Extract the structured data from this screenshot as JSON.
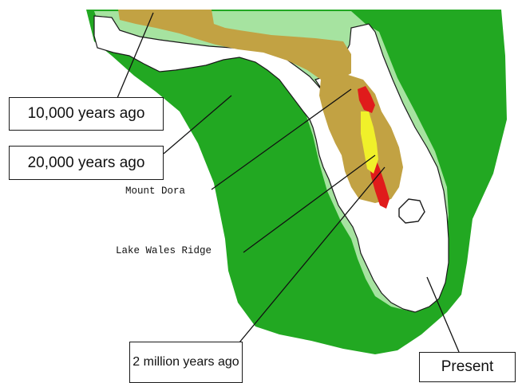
{
  "title": "",
  "colors": {
    "ocean_now_shelf": "#22a822",
    "ancient_land_20k": "#22a822",
    "land_10k": "#a6e3a0",
    "two_million": "#c2a243",
    "older_ridge": "#e01b1b",
    "yellow_ridge": "#f0f02a",
    "present_land": "#ffffff",
    "outline": "#1a1a1a"
  },
  "labels": {
    "ten_thousand": "10,000 years ago",
    "twenty_thousand": "20,000 years ago",
    "two_million": "2 million years ago",
    "present": "Present",
    "mount_dora": "Mount Dora",
    "lake_wales": "Lake Wales Ridge"
  }
}
